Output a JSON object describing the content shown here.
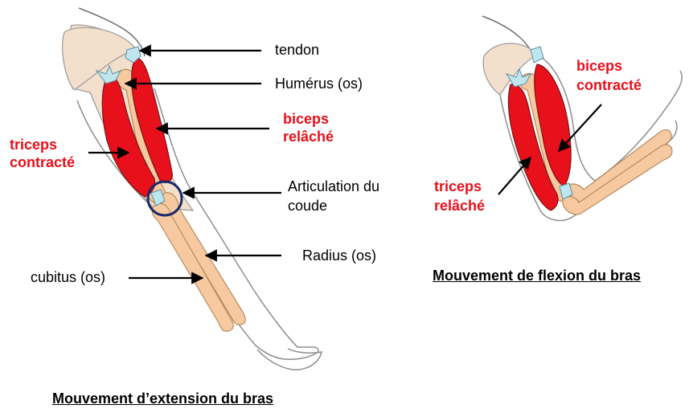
{
  "extension_diagram": {
    "caption": "Mouvement d’extension du bras",
    "labels": {
      "tendon": "tendon",
      "humerus": "Humérus (os)",
      "biceps_line1": "biceps",
      "biceps_line2": "relâché",
      "triceps_line1": "triceps",
      "triceps_line2": "contracté",
      "articulation_line1": "Articulation du",
      "articulation_line2": "coude",
      "radius": "Radius (os)",
      "cubitus": "cubitus (os)"
    }
  },
  "flexion_diagram": {
    "caption": "Mouvement de flexion du bras",
    "labels": {
      "biceps_line1": "biceps",
      "biceps_line2": "contracté",
      "triceps_line1": "triceps",
      "triceps_line2": "relâché"
    }
  },
  "colors": {
    "muscle": "#e8101a",
    "muscle_outline": "#7a1515",
    "bone": "#f6c9a0",
    "bone_outline": "#b88a5e",
    "skin": "#f2dfcc",
    "tendon": "#bfe6ef",
    "joint_circle": "#1b2a6b"
  }
}
